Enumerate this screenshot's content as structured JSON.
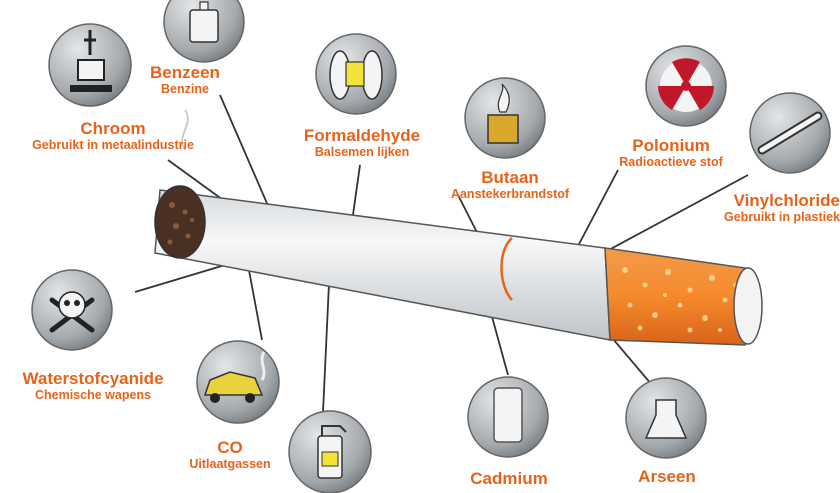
{
  "chemicals": [
    {
      "id": "benzeen",
      "title": "Benzeen",
      "sub": "Benzine",
      "icon": "fuel-can-icon"
    },
    {
      "id": "chroom",
      "title": "Chroom",
      "sub": "Gebruikt in metaalindustrie",
      "icon": "metal-press-icon"
    },
    {
      "id": "formaldehyde",
      "title": "Formaldehyde",
      "sub": "Balsemen lijken",
      "icon": "corpse-tag-feet-icon"
    },
    {
      "id": "butaan",
      "title": "Butaan",
      "sub": "Aanstekerbrandstof",
      "icon": "lighter-icon"
    },
    {
      "id": "polonium",
      "title": "Polonium",
      "sub": "Radioactieve stof",
      "icon": "radiation-icon"
    },
    {
      "id": "vinylchloride",
      "title": "Vinylchloride",
      "sub": "Gebruikt in plastiek",
      "icon": "plastic-pipe-icon"
    },
    {
      "id": "waterstofcyanide",
      "title": "Waterstofcyanide",
      "sub": "Chemische wapens",
      "icon": "skull-crossbones-icon"
    },
    {
      "id": "co",
      "title": "CO",
      "sub": "Uitlaatgassen",
      "icon": "car-exhaust-icon"
    },
    {
      "id": "spray",
      "title": "",
      "sub": "",
      "icon": "spray-bottle-icon"
    },
    {
      "id": "cadmium",
      "title": "Cadmium",
      "sub": "",
      "icon": "battery-icon"
    },
    {
      "id": "arseen",
      "title": "Arseen",
      "sub": "",
      "icon": "flask-icon"
    }
  ],
  "colors": {
    "accent": "#e8631a",
    "filter": "#f08a3a",
    "paper": "#e9ecef",
    "circle": "#a9adb1"
  }
}
